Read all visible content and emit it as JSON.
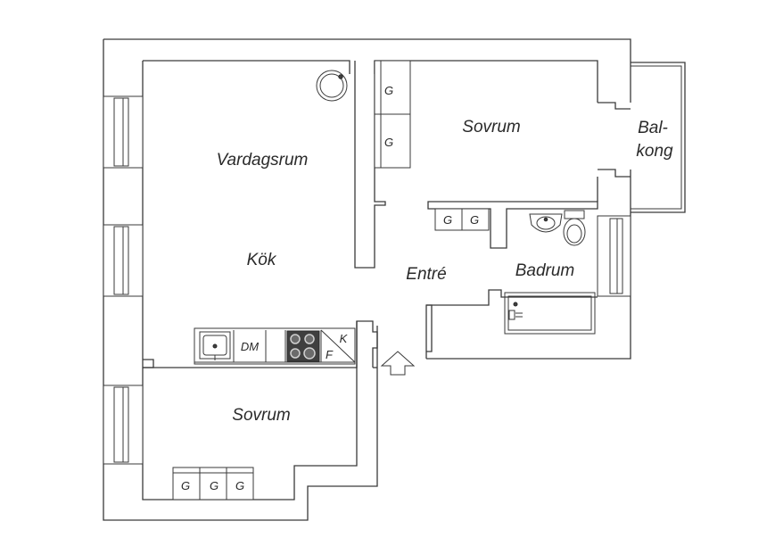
{
  "rooms": {
    "vardagsrum": "Vardagsrum",
    "kok": "Kök",
    "entre": "Entré",
    "sovrum_top": "Sovrum",
    "sovrum_bottom": "Sovrum",
    "badrum": "Badrum",
    "balkong_line1": "Bal-",
    "balkong_line2": "kong"
  },
  "fixtures": {
    "wardrobe": "G",
    "dishwasher": "DM",
    "fridge": "K",
    "freezer": "F"
  },
  "icons": [
    "stove-icon",
    "sink-icon",
    "toilet-icon",
    "bathtub-icon",
    "entrance-arrow-icon",
    "tiled-stove-icon"
  ]
}
